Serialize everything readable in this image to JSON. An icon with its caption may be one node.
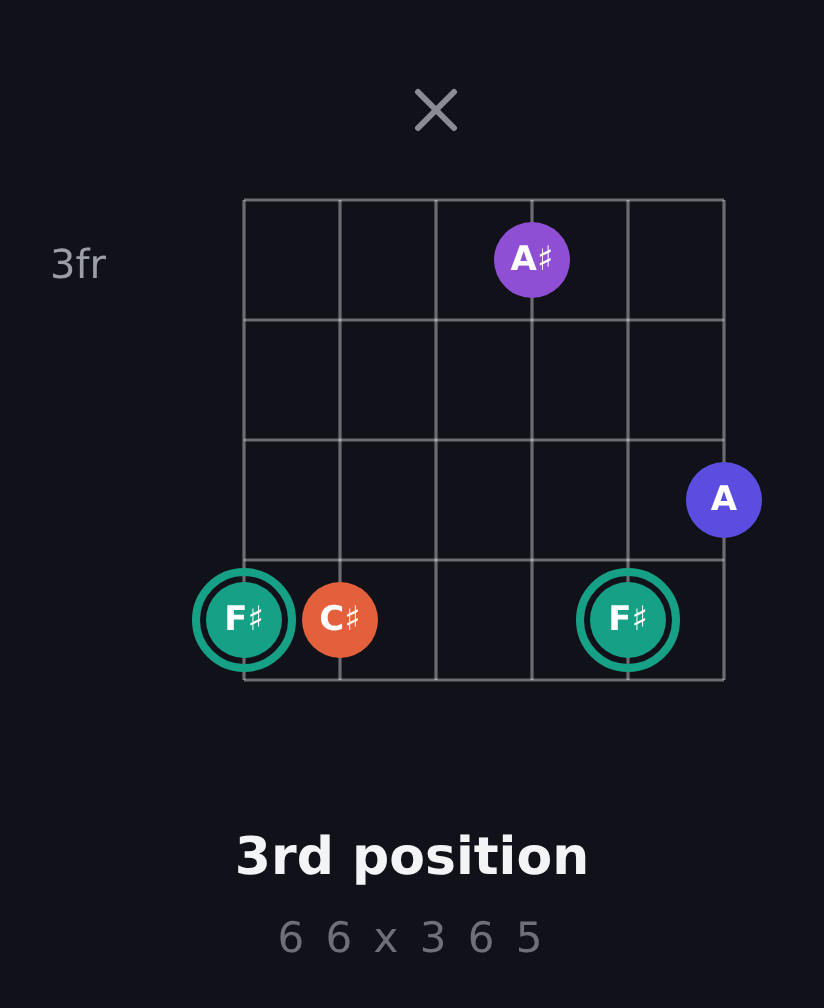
{
  "diagram": {
    "title": "3rd position",
    "nodes": [
      {
        "text": [
          "A♯"
        ]
      },
      {
        "text": [
          "A"
        ]
      },
      {
        "text": [
          "F♯"
        ]
      },
      {
        "text": [
          "C♯"
        ]
      },
      {
        "text": [
          "F♯"
        ]
      }
    ],
    "labels": [
      "3fr",
      "6 6 x 3 6 5"
    ]
  }
}
